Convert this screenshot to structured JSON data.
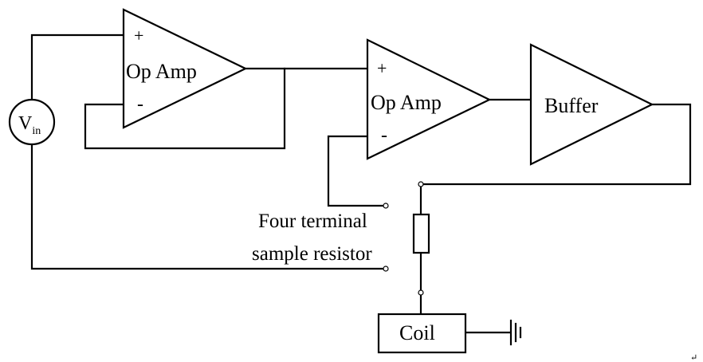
{
  "source": {
    "label_main": "V",
    "label_sub": "in"
  },
  "opamp1": {
    "label": "Op Amp",
    "plus": "+",
    "minus": "-"
  },
  "opamp2": {
    "label": "Op Amp",
    "plus": "+",
    "minus": "-"
  },
  "buffer": {
    "label": "Buffer"
  },
  "resistor": {
    "label_line1": "Four terminal",
    "label_line2": "sample resistor"
  },
  "coil": {
    "label": "Coil"
  },
  "mark": {
    "glyph": "↵"
  }
}
